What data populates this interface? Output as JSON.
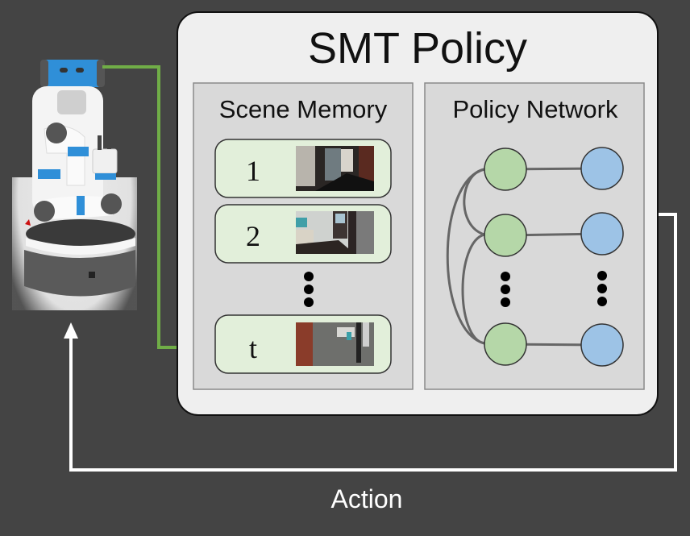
{
  "diagram": {
    "title": "SMT Policy",
    "scene_memory": {
      "label": "Scene Memory",
      "items": [
        {
          "index": "1"
        },
        {
          "index": "2"
        },
        {
          "index": "t"
        }
      ]
    },
    "policy_network": {
      "label": "Policy Network"
    },
    "feedback_label": "Action",
    "colors": {
      "background": "#444444",
      "observation_arrow": "#70ad47",
      "action_arrow": "#ffffff",
      "memory_node": "#b5d7a8",
      "output_node": "#9dc3e6",
      "memory_item": "#e2efda",
      "robot_accent": "#2f8fd8"
    }
  }
}
